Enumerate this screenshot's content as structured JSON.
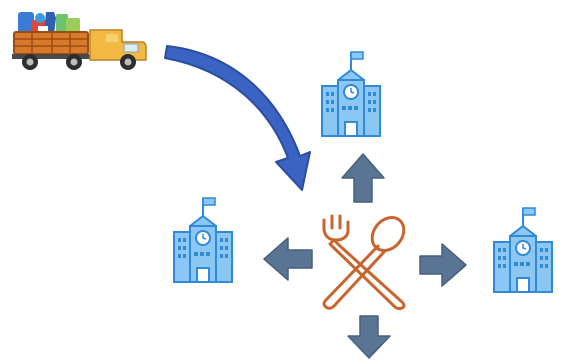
{
  "diagram": {
    "source": {
      "icon": "delivery-truck-icon"
    },
    "hub": {
      "icon": "fork-spoon-icon"
    },
    "schools": [
      {
        "id": "top",
        "icon": "school-building-icon"
      },
      {
        "id": "left",
        "icon": "school-building-icon"
      },
      {
        "id": "right",
        "icon": "school-building-icon"
      }
    ],
    "arrows": [
      {
        "id": "truck-to-hub",
        "icon": "curved-arrow-icon"
      },
      {
        "id": "hub-up",
        "icon": "arrow-up-icon"
      },
      {
        "id": "hub-left",
        "icon": "arrow-left-icon"
      },
      {
        "id": "hub-right",
        "icon": "arrow-right-icon"
      },
      {
        "id": "hub-down",
        "icon": "arrow-down-icon"
      }
    ],
    "colors": {
      "school_fill": "#8CC6F2",
      "school_stroke": "#2F8AD8",
      "arrow_fill": "#5A7594",
      "curved_arrow_fill": "#3B63C4",
      "utensil_stroke": "#C8642D",
      "truck_cab": "#F4B942",
      "truck_bed": "#D97A2B"
    }
  }
}
